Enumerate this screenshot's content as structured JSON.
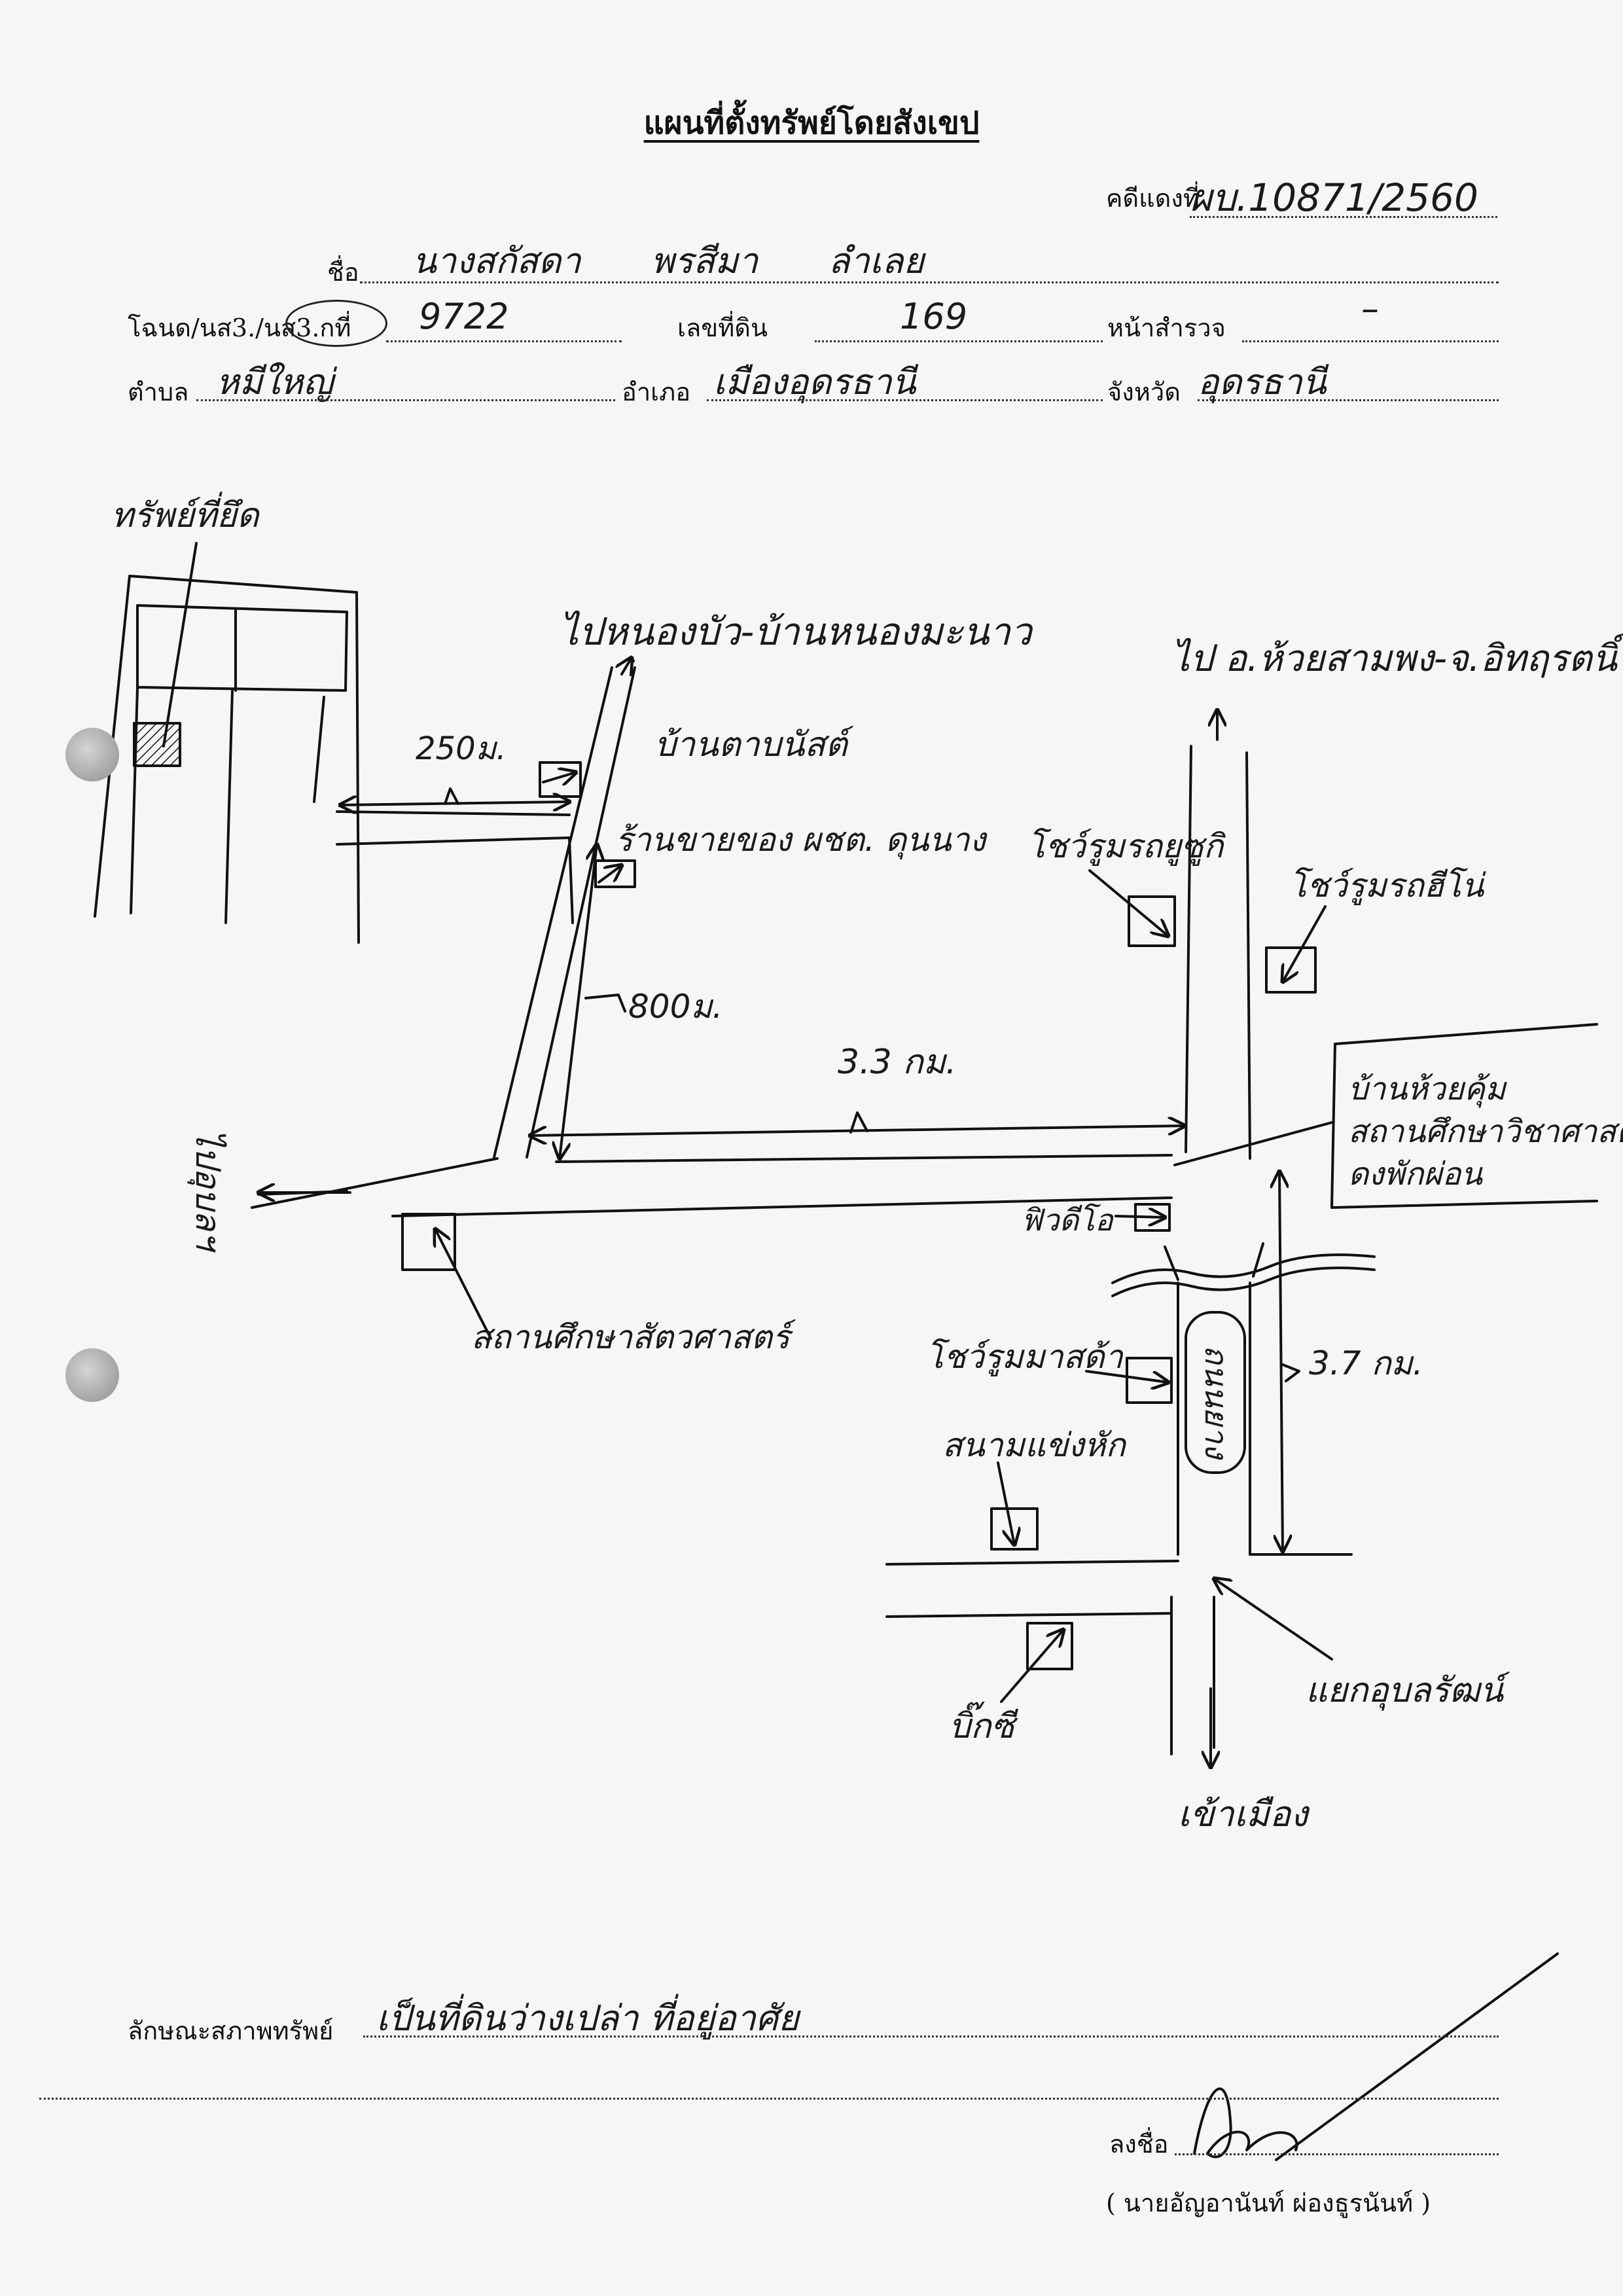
{
  "document": {
    "title": "แผนที่ตั้งทรัพย์โดยสังเขป",
    "case_no_label": "คดีแดงที่",
    "case_no_value": "ผบ.10871/2560",
    "name_label": "ชื่อ",
    "name_value": "นางสกัสดา พรสีมา ลำเลย",
    "deed_label": "โฉนด/นส3./นส3.กที่",
    "deed_value": "9722",
    "land_no_label": "เลขที่ดิน",
    "land_no_value": "169",
    "survey_page_label": "หน้าสำรวจ",
    "survey_page_value": "–",
    "subdistrict_label": "ตำบล",
    "subdistrict_value": "หมีใหญ่",
    "district_label": "อำเภอ",
    "district_value": "เมืองอุดรธานี",
    "province_label": "จังหวัด",
    "province_value": "อุดรธานี",
    "property_label": "ลักษณะสภาพทรัพย์",
    "property_value": "เป็นที่ดินว่างเปล่า ที่อยู่อาศัย",
    "sign_label": "ลงชื่อ",
    "signer": "( นายอัญอานันท์ ผ่องธูรนันท์ )"
  },
  "map": {
    "seized_property": "ทรัพย์ที่ยึด",
    "to_nongbua": "ไปหนองบัว-บ้านหนองมะนาว",
    "to_huaysamphong": "ไป อ.ห้วยสามพง-จ.อิทฤรตนิ์",
    "dist_250": "250ม.",
    "ban_tanamnat": "บ้านตาบนัสต์",
    "shop": "ร้านขายของ ผชต. ดุนนาง",
    "dist_800": "800ม.",
    "dist_3_3": "3.3 กม.",
    "dist_3_7": "3.7 กม.",
    "to_ubon": "ไปอุบลฯ",
    "showroom_1": "โชว์รูมรถยูซูกิ",
    "showroom_2": "โชว์รูมรถฮีโน่",
    "ban_huaykhum": "บ้านห้วยคุ้ม",
    "kanpasa": "สถานศึกษาวิชาศาสตร์",
    "dongpaiwan": "ดงพักผ่อน",
    "veterinary": "สถานศึกษาสัตวศาสตร์",
    "dental": "ฟิวดีโอ",
    "showroom_3": "โชว์รูมมาสด้า",
    "road_name": "ถนนยาง",
    "stadium": "สนามแข่งหัก",
    "big_c": "บิ๊กซี",
    "ubon_ratchathani": "แยกอุบลรัฒน์",
    "to_city": "เข้าเมือง"
  }
}
